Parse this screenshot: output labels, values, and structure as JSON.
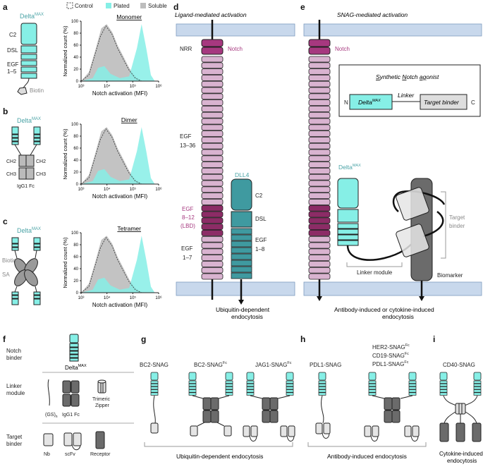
{
  "panels": {
    "a": "a",
    "b": "b",
    "c": "c",
    "d": "d",
    "e": "e",
    "f": "f",
    "g": "g",
    "h": "h",
    "i": "i"
  },
  "legend": {
    "control": "Control",
    "plated": "Plated",
    "soluble": "Soluble"
  },
  "histograms": {
    "ylabel": "Normalized count (%)",
    "xlabel": "Notch activation (MFI)",
    "yticks": [
      "0",
      "20",
      "40",
      "60",
      "80",
      "100"
    ],
    "xticks": [
      "10³",
      "10⁴",
      "10⁵",
      "10⁶"
    ],
    "titles": [
      "Monomer",
      "Dimer",
      "Tetramer"
    ]
  },
  "panel_a": {
    "delta": "Delta",
    "max": "MAX",
    "c2": "C2",
    "dsl": "DSL",
    "egf": "EGF",
    "egf_range": "1–5",
    "biotin": "Biotin"
  },
  "panel_b": {
    "delta": "Delta",
    "max": "MAX",
    "ch2l": "CH2",
    "ch2r": "CH2",
    "ch3l": "CH3",
    "ch3r": "CH3",
    "igg": "IgG1 Fc"
  },
  "panel_c": {
    "delta": "Delta",
    "max": "MAX",
    "biotin": "Biotin",
    "sa": "SA"
  },
  "panel_d": {
    "title": "Ligand-mediated activation",
    "nrr": "NRR",
    "notch": "Notch",
    "egf_a": "EGF",
    "egf_a_range": "13–36",
    "egf_b": "EGF",
    "egf_b_range": "8–12",
    "lbd": "(LBD)",
    "egf_c": "EGF",
    "egf_c_range": "1–7",
    "dll4": "DLL4",
    "c2": "C2",
    "dsl": "DSL",
    "egf_d": "EGF",
    "egf_d_range": "1–8",
    "caption_1": "Ubiquitin-dependent",
    "caption_2": "endocytosis"
  },
  "panel_e": {
    "title": "SNAG-mediated activation",
    "notch": "Notch",
    "box_title_1": "S",
    "box_title_2": "ynthetic ",
    "box_title_3": "N",
    "box_title_4": "otch ",
    "box_title_5": "ag",
    "box_title_6": "onist",
    "n": "N",
    "c": "C",
    "delta": "Delta",
    "max": "MAX",
    "linker": "Linker",
    "target_binder": "Target binder",
    "delta_label": "Delta",
    "delta_label_max": "MAX",
    "target": "Target",
    "binder": "binder",
    "linker_module": "Linker module",
    "biomarker": "Biomarker",
    "caption_1": "Antibody-induced or cytokine-induced",
    "caption_2": "endocytosis"
  },
  "panel_f": {
    "notch_binder_1": "Notch",
    "notch_binder_2": "binder",
    "delta": "Delta",
    "max": "MAX",
    "linker_1": "Linker",
    "linker_2": "module",
    "gs": "(GS)",
    "gs_n": "n",
    "igg": "IgG1 Fc",
    "trimeric_1": "Trimeric",
    "trimeric_2": "Zipper",
    "target_1": "Target",
    "target_2": "binder",
    "nb": "Nb",
    "scfv": "scFv",
    "receptor": "Receptor"
  },
  "panel_g": {
    "bc2": "BC2-SNAG",
    "bc2fc": "BC2-SNAG",
    "fc": "Fc",
    "jag1fc": "JAG1-SNAG",
    "fc2": "Fc",
    "caption": "Ubiquitin-dependent endocytosis"
  },
  "panel_h": {
    "pdl1": "PDL1-SNAG",
    "her2": "HER2-SNAG",
    "cd19": "CD19-SNAG",
    "pdl1fc": "PDL1-SNAG",
    "fc1": "Fc",
    "fc2": "Fc",
    "fc3": "Fc",
    "caption": "Antibody-induced endocytosis"
  },
  "panel_i": {
    "cd40": "CD40-SNAG",
    "caption_1": "Cytokine-induced",
    "caption_2": "endocytosis"
  },
  "colors": {
    "teal": "#4aa3a6",
    "cyan": "#86efe6",
    "magenta": "#a6387f",
    "pink": "#d9b3d0",
    "dark_grey": "#6b6b6b",
    "light_grey": "#d9d9d9",
    "membrane": "#c8d8ec"
  }
}
